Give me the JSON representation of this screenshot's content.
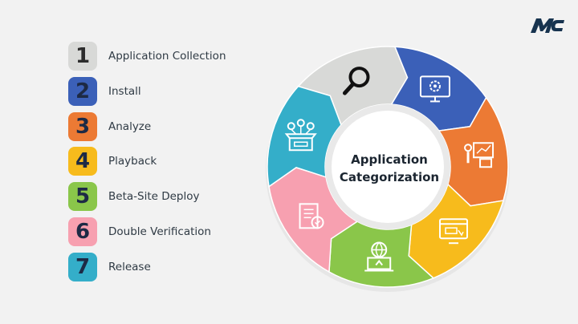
{
  "center_title": [
    "Application",
    "Categorization"
  ],
  "steps": [
    {
      "number": "1",
      "label": "Application Collection",
      "color": "#d8d9d7",
      "numColor": "#2c2c2c"
    },
    {
      "number": "2",
      "label": "Install",
      "color": "#3b60b8",
      "numColor": "#1d2a45"
    },
    {
      "number": "3",
      "label": "Analyze",
      "color": "#ec7a34",
      "numColor": "#1d2a45"
    },
    {
      "number": "4",
      "label": "Playback",
      "color": "#f7bb1c",
      "numColor": "#1d2a45"
    },
    {
      "number": "5",
      "label": "Beta-Site Deploy",
      "color": "#8ac64a",
      "numColor": "#1d2a45"
    },
    {
      "number": "6",
      "label": "Double Verification",
      "color": "#f7a0b0",
      "numColor": "#1d2a45"
    },
    {
      "number": "7",
      "label": "Release",
      "color": "#34aec9",
      "numColor": "#1d2a45"
    }
  ],
  "icons": [
    "magnifier-icon",
    "monitor-gear-icon",
    "presentation-chart-icon",
    "monitor-payment-icon",
    "laptop-globe-upload-icon",
    "document-checklist-icon",
    "box-network-icon"
  ],
  "logo_color": "#17334f"
}
